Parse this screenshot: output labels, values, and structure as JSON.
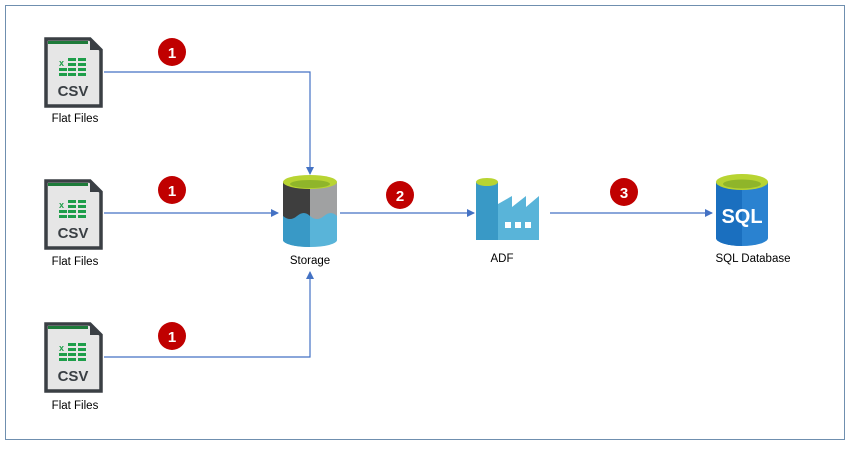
{
  "nodes": {
    "flat_files": [
      {
        "label": "Flat Files",
        "icon": "csv-file-icon",
        "icon_text": "CSV"
      },
      {
        "label": "Flat Files",
        "icon": "csv-file-icon",
        "icon_text": "CSV"
      },
      {
        "label": "Flat Files",
        "icon": "csv-file-icon",
        "icon_text": "CSV"
      }
    ],
    "storage": {
      "label": "Storage",
      "icon": "storage-cylinder-icon"
    },
    "adf": {
      "label": "ADF",
      "icon": "factory-icon"
    },
    "sql": {
      "label": "SQL Database",
      "icon": "sql-database-icon",
      "icon_text": "SQL"
    }
  },
  "steps": [
    "1",
    "1",
    "1",
    "2",
    "3"
  ],
  "colors": {
    "badge": "#c00000",
    "arrow": "#4472c4",
    "azure_blue": "#3999c6",
    "lime": "#b8d432",
    "border": "#6f8faf"
  }
}
